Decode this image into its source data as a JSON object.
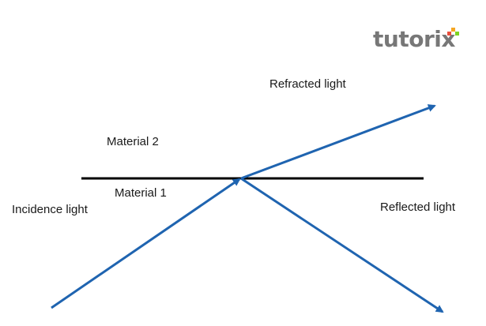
{
  "labels": {
    "refracted": "Refracted light",
    "material2": "Material 2",
    "material1": "Material 1",
    "incidence": "Incidence light",
    "reflected": "Reflected light"
  },
  "logo": {
    "text": "tutorix",
    "dot_colors": [
      "#f5a623",
      "#7ed321",
      "#e94e3c"
    ]
  },
  "colors": {
    "ray": "#1f64b0",
    "boundary": "#000000",
    "text": "#1a1a1a",
    "logo": "#777777"
  }
}
